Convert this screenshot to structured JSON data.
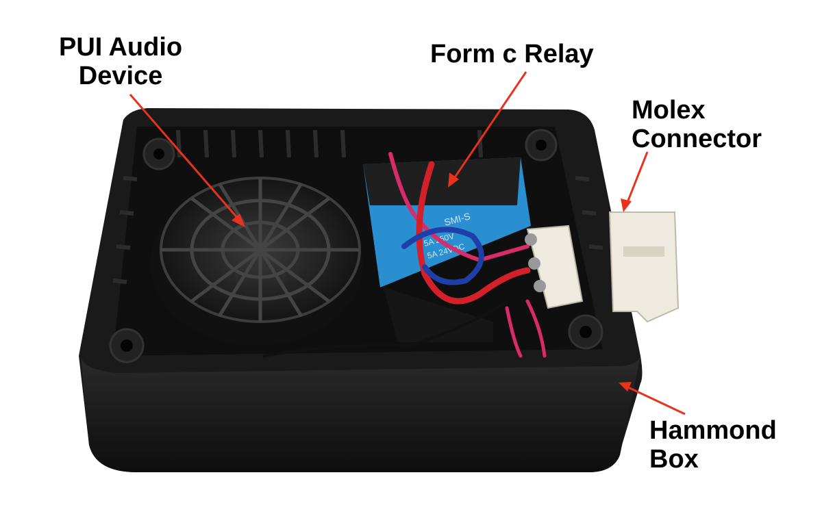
{
  "labels": {
    "audio_device": [
      "PUI Audio",
      "Device"
    ],
    "relay": "Form c Relay",
    "molex": [
      "Molex",
      "Connector"
    ],
    "box": [
      "Hammond",
      "Box"
    ]
  },
  "relay_markings": [
    "SMI-S",
    "5A 250V",
    "5A 24VDC"
  ],
  "colors": {
    "arrow": "#e8321e",
    "enclosure": "#1c1c1c",
    "relay": "#2a8fd0",
    "wire_red": "#d4202a",
    "wire_blue": "#1e3fa8",
    "wire_pink": "#d92a6a",
    "connector": "#eeeae0"
  }
}
